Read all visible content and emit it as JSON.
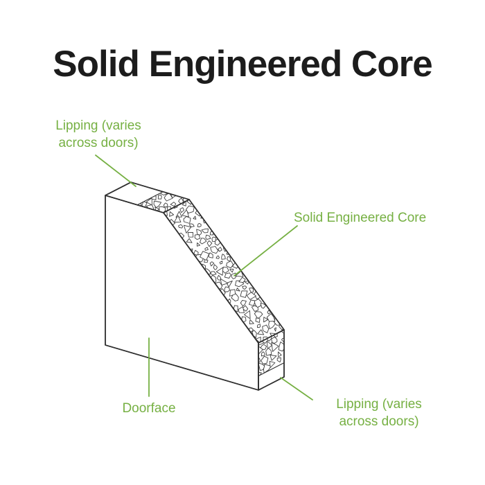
{
  "title": "Solid Engineered Core",
  "colors": {
    "accent": "#76b043",
    "outline": "#2f2f2f",
    "title_text": "#1c1c1c",
    "background": "#ffffff"
  },
  "labels": {
    "lipping_top": "Lipping (varies across doors)",
    "core": "Solid Engineered Core",
    "doorface": "Doorface",
    "lipping_bottom": "Lipping (varies across doors)"
  },
  "diagram": {
    "type": "isometric cutaway illustration",
    "subject": "door edge cross-section showing a solid engineered core between lipping strips behind the doorface"
  }
}
